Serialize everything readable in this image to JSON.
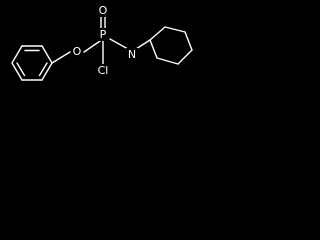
{
  "structure": {
    "atoms": {
      "oxygen_double": "O",
      "phosphorus": "P",
      "oxygen_ether": "O",
      "nitrogen_amine": "N",
      "chlorine": "Cl"
    }
  },
  "colors": {
    "background": "#000000",
    "foreground": "#ffffff"
  }
}
